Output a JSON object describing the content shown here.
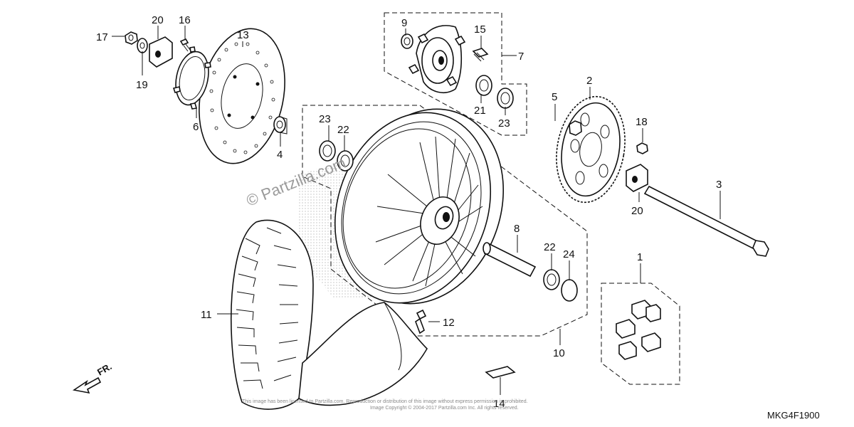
{
  "watermark": "© Partzilla.com",
  "diagram_code": "MKG4F1900",
  "front_indicator": "FR.",
  "fine_print": [
    "This image has been licensed to Partzilla.com. Reproduction or distribution of this image without express permission is prohibited.",
    "Image Copyright © 2004-2017 Partzilla.com Inc. All rights reserved."
  ],
  "callouts": [
    {
      "id": "c1",
      "label": "1"
    },
    {
      "id": "c2",
      "label": "2"
    },
    {
      "id": "c3",
      "label": "3"
    },
    {
      "id": "c4",
      "label": "4"
    },
    {
      "id": "c5",
      "label": "5"
    },
    {
      "id": "c6",
      "label": "6"
    },
    {
      "id": "c7",
      "label": "7"
    },
    {
      "id": "c8",
      "label": "8"
    },
    {
      "id": "c9",
      "label": "9"
    },
    {
      "id": "c10",
      "label": "10"
    },
    {
      "id": "c11",
      "label": "11"
    },
    {
      "id": "c12",
      "label": "12"
    },
    {
      "id": "c13",
      "label": "13"
    },
    {
      "id": "c14",
      "label": "14"
    },
    {
      "id": "c15",
      "label": "15"
    },
    {
      "id": "c16",
      "label": "16"
    },
    {
      "id": "c17",
      "label": "17"
    },
    {
      "id": "c18",
      "label": "18"
    },
    {
      "id": "c19",
      "label": "19"
    },
    {
      "id": "c20a",
      "label": "20"
    },
    {
      "id": "c20b",
      "label": "20"
    },
    {
      "id": "c21",
      "label": "21"
    },
    {
      "id": "c22a",
      "label": "22"
    },
    {
      "id": "c22b",
      "label": "22"
    },
    {
      "id": "c23a",
      "label": "23"
    },
    {
      "id": "c23b",
      "label": "23"
    },
    {
      "id": "c24",
      "label": "24"
    }
  ]
}
